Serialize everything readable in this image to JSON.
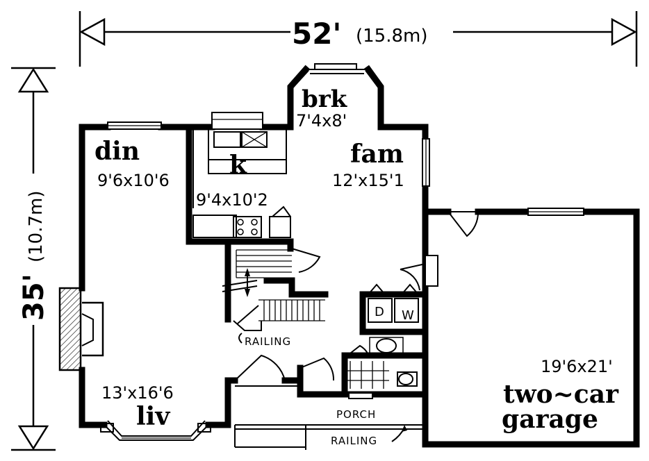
{
  "dimensions": {
    "width_label": "52'",
    "width_metric": "(15.8m)",
    "depth_label": "35'",
    "depth_metric": "(10.7m)"
  },
  "rooms": {
    "brk": {
      "name": "brk",
      "size": "7'4x8'"
    },
    "din": {
      "name": "din",
      "size": "9'6x10'6"
    },
    "k": {
      "name": "k",
      "size": "9'4x10'2"
    },
    "fam": {
      "name": "fam",
      "size": "12'x15'1"
    },
    "liv": {
      "name": "liv",
      "size": "13'x16'6"
    },
    "garage": {
      "name_line1": "two~car",
      "name_line2": "garage",
      "size": "19'6x21'"
    }
  },
  "annotations": {
    "railing_stair": "RAILING",
    "porch": "PORCH",
    "railing_porch": "RAILING",
    "dryer": "D",
    "washer": "W"
  }
}
